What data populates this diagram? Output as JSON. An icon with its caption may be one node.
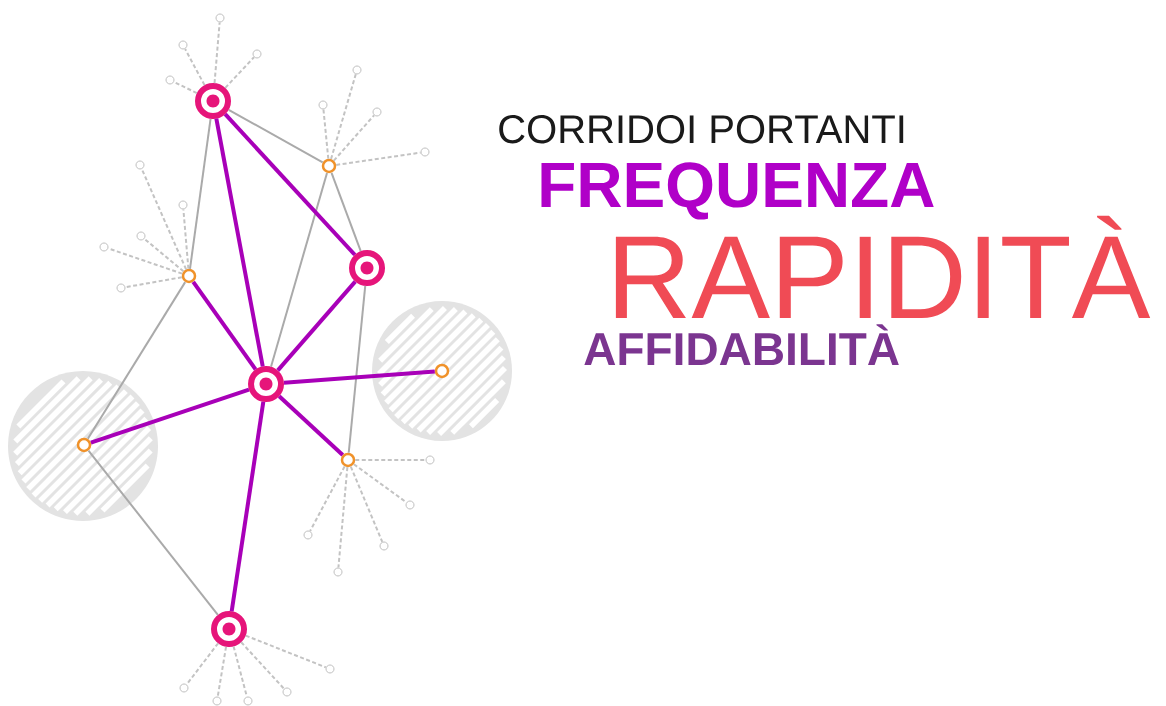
{
  "diagram": {
    "nodes": [
      {
        "text": [],
        "shape": "circle"
      },
      {
        "text": [],
        "shape": "circle"
      },
      {
        "text": [],
        "shape": "circle"
      },
      {
        "text": [],
        "shape": "circle"
      },
      {
        "text": [],
        "shape": "circle"
      },
      {
        "text": [],
        "shape": "circle"
      },
      {
        "text": [],
        "shape": "circle"
      },
      {
        "text": [],
        "shape": "circle"
      },
      {
        "text": [],
        "shape": "circle"
      },
      {
        "text": [],
        "shape": "circle"
      },
      {
        "text": [],
        "shape": "circle"
      },
      {
        "text": [],
        "shape": "circle"
      },
      {
        "text": [],
        "shape": "circle"
      },
      {
        "text": [],
        "shape": "circle"
      },
      {
        "text": [],
        "shape": "circle"
      },
      {
        "text": [],
        "shape": "circle"
      },
      {
        "text": [],
        "shape": "circle"
      },
      {
        "text": [],
        "shape": "circle"
      },
      {
        "text": [],
        "shape": "circle",
        "in": 17
      },
      {
        "text": [],
        "shape": "circle"
      },
      {
        "text": [],
        "shape": "circle"
      },
      {
        "text": [],
        "shape": "circle",
        "in": 20
      },
      {
        "text": [],
        "shape": "circle"
      },
      {
        "text": [],
        "shape": "circle"
      },
      {
        "text": [],
        "shape": "circle"
      },
      {
        "text": [],
        "shape": "circle"
      },
      {
        "text": [],
        "shape": "circle"
      },
      {
        "text": [],
        "shape": "circle"
      },
      {
        "text": [],
        "shape": "circle"
      },
      {
        "text": [],
        "shape": "circle"
      },
      {
        "text": [],
        "shape": "circle"
      },
      {
        "text": [],
        "shape": "circle"
      },
      {
        "text": [],
        "shape": "circle"
      },
      {
        "text": [],
        "shape": "circle"
      }
    ],
    "edges": [
      {
        "from": 5,
        "to": 0,
        "arrow": "none",
        "style": "dashed"
      },
      {
        "from": 5,
        "to": 1,
        "arrow": "none",
        "style": "dashed"
      },
      {
        "from": 5,
        "to": 2,
        "arrow": "none",
        "style": "dashed"
      },
      {
        "from": 5,
        "to": 4,
        "arrow": "none",
        "style": "dashed"
      },
      {
        "from": 9,
        "to": 3,
        "arrow": "none",
        "style": "dashed"
      },
      {
        "from": 9,
        "to": 6,
        "arrow": "none",
        "style": "dashed"
      },
      {
        "from": 9,
        "to": 7,
        "arrow": "none",
        "style": "dashed"
      },
      {
        "from": 9,
        "to": 8,
        "arrow": "none",
        "style": "dashed"
      },
      {
        "from": 15,
        "to": 10,
        "arrow": "none",
        "style": "dashed"
      },
      {
        "from": 15,
        "to": 11,
        "arrow": "none",
        "style": "dashed"
      },
      {
        "from": 15,
        "to": 12,
        "arrow": "none",
        "style": "dashed"
      },
      {
        "from": 15,
        "to": 13,
        "arrow": "none",
        "style": "dashed"
      },
      {
        "from": 15,
        "to": 16,
        "arrow": "none",
        "style": "dashed"
      },
      {
        "from": 22,
        "to": 23,
        "arrow": "none",
        "style": "dashed"
      },
      {
        "from": 22,
        "to": 24,
        "arrow": "none",
        "style": "dashed"
      },
      {
        "from": 22,
        "to": 25,
        "arrow": "none",
        "style": "dashed"
      },
      {
        "from": 22,
        "to": 26,
        "arrow": "none",
        "style": "dashed"
      },
      {
        "from": 22,
        "to": 27,
        "arrow": "none",
        "style": "dashed"
      },
      {
        "from": 28,
        "to": 29,
        "arrow": "none",
        "style": "dashed"
      },
      {
        "from": 28,
        "to": 30,
        "arrow": "none",
        "style": "dashed"
      },
      {
        "from": 28,
        "to": 31,
        "arrow": "none",
        "style": "dashed"
      },
      {
        "from": 28,
        "to": 32,
        "arrow": "none",
        "style": "dashed"
      },
      {
        "from": 28,
        "to": 33,
        "arrow": "none",
        "style": "dashed"
      },
      {
        "from": 5,
        "to": 9,
        "arrow": "none",
        "color": "#aaaaaa"
      },
      {
        "from": 5,
        "to": 15,
        "arrow": "none",
        "color": "#aaaaaa"
      },
      {
        "from": 9,
        "to": 14,
        "arrow": "none",
        "color": "#aaaaaa"
      },
      {
        "from": 9,
        "to": 19,
        "arrow": "none",
        "color": "#aaaaaa"
      },
      {
        "from": 15,
        "to": 21,
        "arrow": "none",
        "color": "#aaaaaa"
      },
      {
        "from": 21,
        "to": 28,
        "arrow": "none",
        "color": "#aaaaaa"
      },
      {
        "from": 14,
        "to": 22,
        "arrow": "none",
        "color": "#aaaaaa"
      },
      {
        "from": 5,
        "to": 14,
        "arrow": "none",
        "style": "thick",
        "color": "#a800b8"
      },
      {
        "from": 5,
        "to": 19,
        "arrow": "none",
        "style": "thick",
        "color": "#a800b8"
      },
      {
        "from": 15,
        "to": 19,
        "arrow": "none",
        "style": "thick",
        "color": "#a800b8"
      },
      {
        "from": 14,
        "to": 19,
        "arrow": "none",
        "style": "thick",
        "color": "#a800b8"
      },
      {
        "from": 19,
        "to": 18,
        "arrow": "none",
        "style": "thick",
        "color": "#a800b8"
      },
      {
        "from": 19,
        "to": 21,
        "arrow": "none",
        "style": "thick",
        "color": "#a800b8"
      },
      {
        "from": 19,
        "to": 22,
        "arrow": "none",
        "style": "thick",
        "color": "#a800b8"
      },
      {
        "from": 19,
        "to": 28,
        "arrow": "none",
        "style": "thick",
        "color": "#a800b8"
      }
    ],
    "labels": [
      "CORRIDOI PORTANTI",
      "FREQUENZA",
      "RAPIDITÀ",
      "AFFIDABILITÀ"
    ]
  }
}
